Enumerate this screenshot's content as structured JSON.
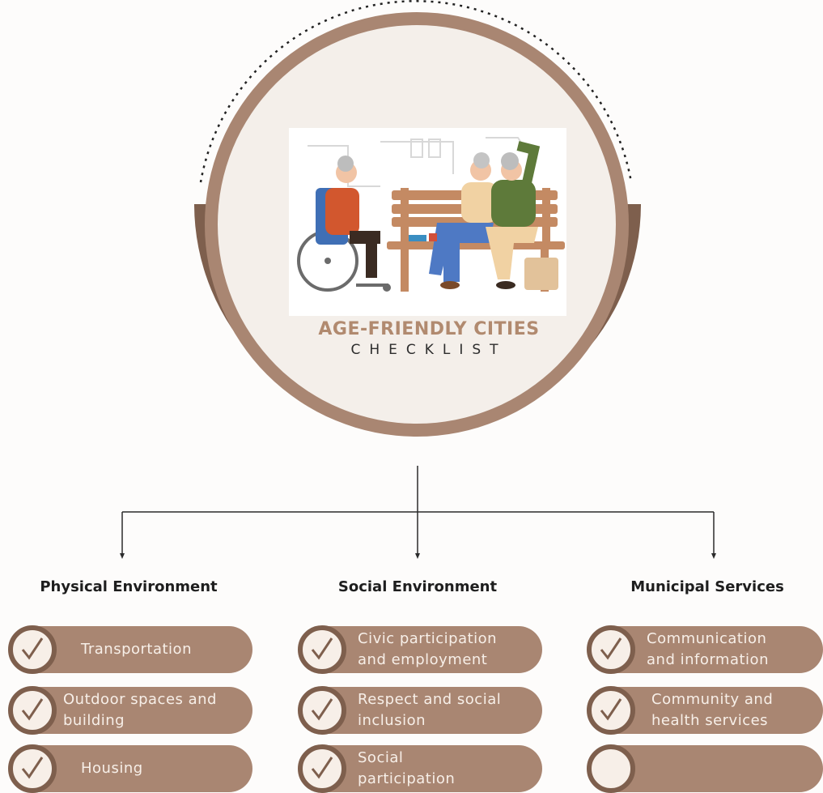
{
  "hero": {
    "title_line1": "AGE-FRIENDLY CITIES",
    "title_line2": "CHECKLIST"
  },
  "colors": {
    "brown_dark": "#7e5f4d",
    "brown_mid": "#a98672",
    "cream": "#f7efe8",
    "title_tan": "#b18a6f"
  },
  "columns": [
    {
      "heading": "Physical Environment",
      "items": [
        {
          "label": "Transportation",
          "checked": true
        },
        {
          "label": "Outdoor spaces and building",
          "checked": true
        },
        {
          "label": "Housing",
          "checked": true
        }
      ]
    },
    {
      "heading": "Social Environment",
      "items": [
        {
          "label": "Civic participation and employment",
          "checked": true
        },
        {
          "label": "Respect and social inclusion",
          "checked": true
        },
        {
          "label": "Social participation",
          "checked": true
        }
      ]
    },
    {
      "heading": "Municipal Services",
      "items": [
        {
          "label": "Communication and information",
          "checked": true
        },
        {
          "label": "Community and health services",
          "checked": true
        },
        {
          "label": "",
          "checked": false
        }
      ]
    }
  ]
}
